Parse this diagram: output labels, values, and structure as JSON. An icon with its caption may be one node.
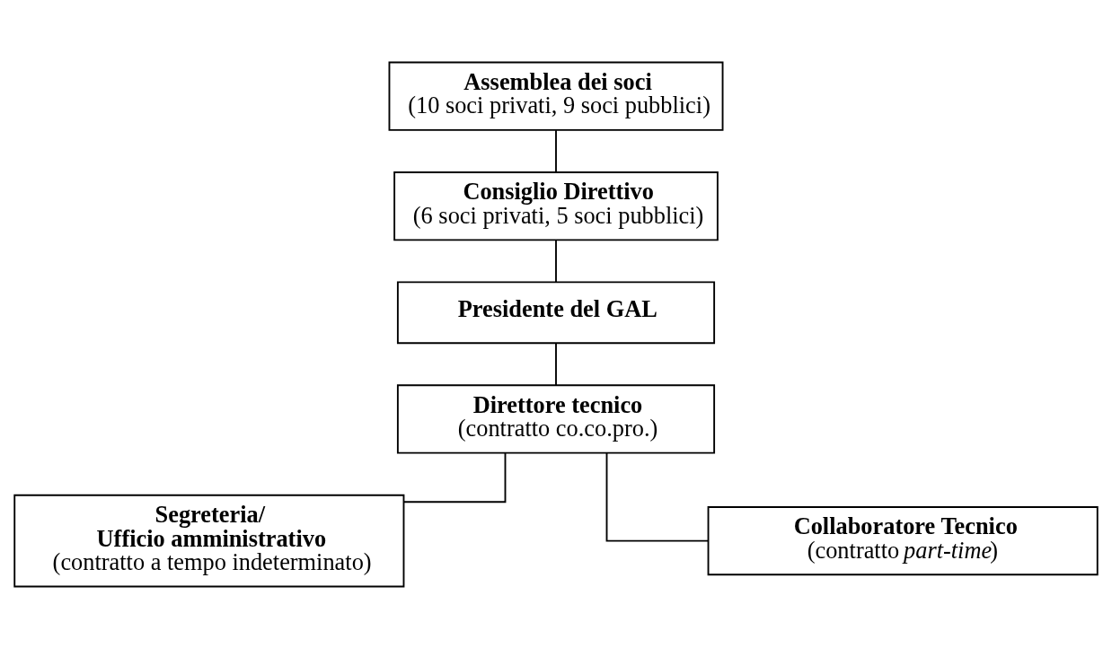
{
  "diagram": {
    "nodes": [
      {
        "text": [
          "Assemblea dei soci",
          "(10 soci privati, 9 soci pubblici)"
        ]
      },
      {
        "text": [
          "Consiglio Direttivo",
          "(6 soci privati, 5 soci pubblici)"
        ]
      },
      {
        "text": [
          "Presidente del GAL"
        ]
      },
      {
        "text": [
          "Direttore tecnico",
          "(contratto co.co.pro.)"
        ]
      },
      {
        "text": [
          "Segreteria/ Ufficio amministrativo",
          "(contratto a tempo indeterminato)"
        ]
      },
      {
        "text": [
          "Collaboratore Tecnico",
          "(contratto *part-time*)"
        ]
      }
    ],
    "edges": [
      {
        "from": 0,
        "to": 1,
        "arrow": "none"
      },
      {
        "from": 1,
        "to": 2,
        "arrow": "none"
      },
      {
        "from": 2,
        "to": 3,
        "arrow": "none"
      },
      {
        "from": 3,
        "to": 4,
        "arrow": "none"
      },
      {
        "from": 3,
        "to": 5,
        "arrow": "none"
      }
    ]
  }
}
